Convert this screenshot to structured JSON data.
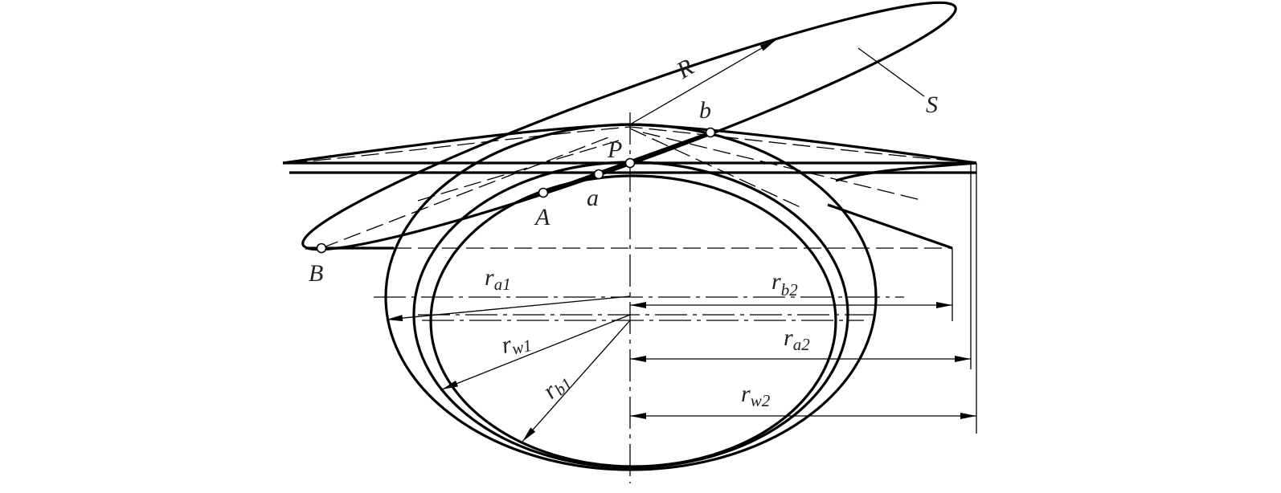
{
  "labels": {
    "R": "R",
    "S": "S",
    "P": "P",
    "a": "a",
    "b": "b",
    "A": "A",
    "B": "B",
    "ra1": {
      "base": "r",
      "sub": "a1"
    },
    "rb2": {
      "base": "r",
      "sub": "b2"
    },
    "rw1": {
      "base": "r",
      "sub": "w1"
    },
    "ra2": {
      "base": "r",
      "sub": "a2"
    },
    "rb1": {
      "base": "r",
      "sub": "b1"
    },
    "rw2": {
      "base": "r",
      "sub": "w2"
    }
  }
}
